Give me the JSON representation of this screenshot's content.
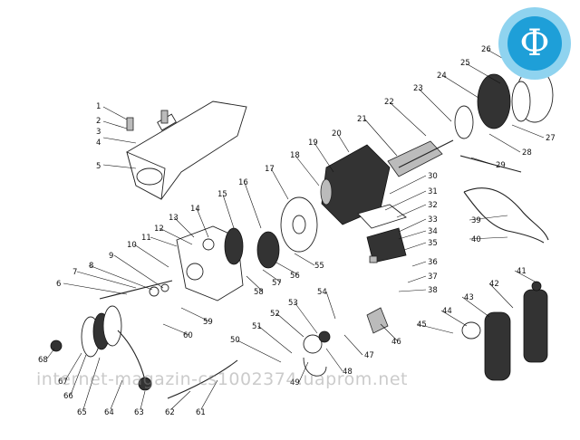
{
  "watermark": "internet-magazin-cs1002374.uaprom.net",
  "logo": {
    "glyph": "Ф",
    "ring_color": "#8fd3ef",
    "inner_color": "#1e9fd8",
    "text_color": "#ffffff"
  },
  "labels": [
    "1",
    "2",
    "3",
    "4",
    "5",
    "6",
    "7",
    "8",
    "9",
    "10",
    "11",
    "12",
    "13",
    "14",
    "15",
    "16",
    "17",
    "18",
    "19",
    "20",
    "21",
    "22",
    "23",
    "24",
    "25",
    "26",
    "27",
    "28",
    "29",
    "30",
    "31",
    "32",
    "33",
    "34",
    "35",
    "36",
    "37",
    "38",
    "39",
    "40",
    "41",
    "42",
    "43",
    "44",
    "45",
    "46",
    "47",
    "48",
    "49",
    "50",
    "51",
    "52",
    "53",
    "54",
    "55",
    "56",
    "57",
    "58",
    "59",
    "60",
    "61",
    "62",
    "63",
    "64",
    "65",
    "66",
    "67",
    "68"
  ]
}
